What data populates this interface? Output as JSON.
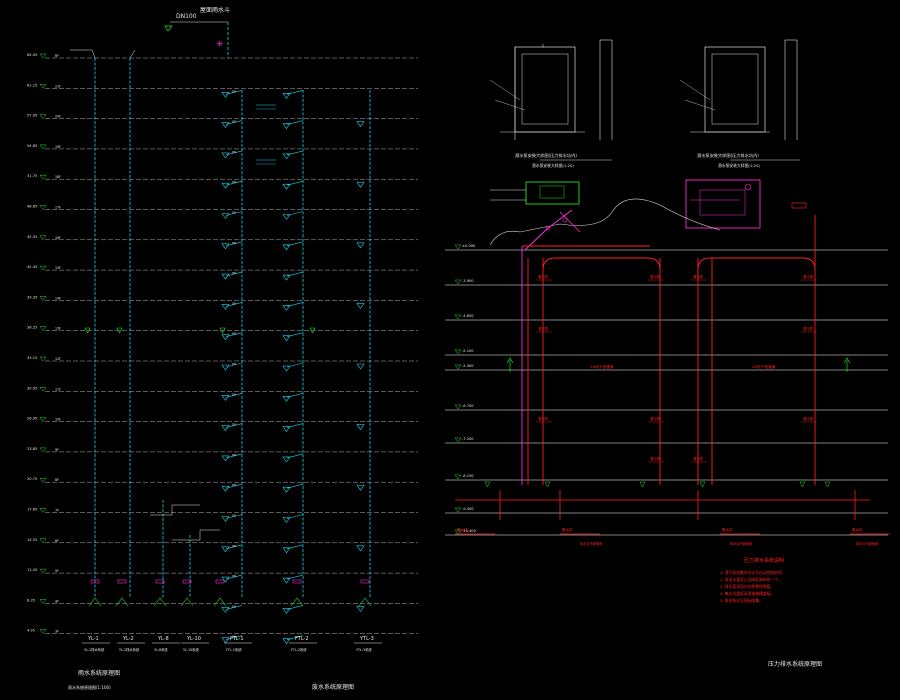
{
  "colors": {
    "background": "#000000",
    "floor_line": "#ffffff",
    "riser_cyan": "#19d3e6",
    "pipe_red": "#ff2020",
    "magenta": "#ff2bd6",
    "green": "#22dd22",
    "yellow": "#f0e020",
    "label_white": "#e8e8e8"
  },
  "left_diagram": {
    "elevations": [
      "64.05",
      "61.15",
      "57.95",
      "54.85",
      "51.75",
      "48.65",
      "45.55",
      "42.45",
      "39.35",
      "36.25",
      "33.15",
      "30.05",
      "26.95",
      "23.85",
      "20.75",
      "17.65",
      "14.55",
      "11.45",
      "8.35",
      "4.95"
    ],
    "floor_codes": [
      "RF",
      "21F",
      "20F",
      "19F",
      "18F",
      "17F",
      "16F",
      "15F",
      "14F",
      "13F",
      "12F",
      "11F",
      "10F",
      "9F",
      "8F",
      "7F",
      "6F",
      "5F",
      "4F",
      "3F"
    ],
    "risers": [
      {
        "code": "YL-1",
        "note": "YL-1排水系统"
      },
      {
        "code": "YL-2",
        "note": "YL-2排水系统"
      },
      {
        "code": "YL-8",
        "note": "YL-8系统"
      },
      {
        "code": "YL-10",
        "note": "YL-10系统"
      },
      {
        "code": "FTL-1",
        "note": "FTL-1系统"
      },
      {
        "code": "FTL-2",
        "note": "FTL-2系统"
      },
      {
        "code": "YTL-3",
        "note": "YTL-3系统"
      }
    ],
    "top_labels": [
      "屋面雨水斗",
      "DN100"
    ],
    "caption": "雨水系统原理图",
    "caption_note": "雨水系统原理图(1:100)",
    "caption_2": "废水系统原理图"
  },
  "right_diagram": {
    "detail_titles": [
      "潜水泵安装大样图(压力排水坑内)",
      "潜水泵安装大样图(压力排水坑内)"
    ],
    "detail_subtitles": [
      "潜水泵安装大样图(1:20)",
      "潜水泵安装大样图(1:20)"
    ],
    "elevations": [
      "±0.000",
      "-3.900",
      "-4.650",
      "-5.100",
      "-5.300",
      "-6.700",
      "-7.200",
      "-8.150",
      "-9.450",
      "-10.400"
    ],
    "corridor_labels": [
      "1#地下室通道",
      "2#地下室通道"
    ],
    "pump_labels": [
      "潜污泵",
      "潜污泵",
      "潜污泵",
      "潜污泵",
      "潜污泵",
      "潜污泵"
    ],
    "pit_labels": [
      "集水坑",
      "集水坑",
      "集水坑",
      "集水坑"
    ],
    "pit_notes": [
      "排水至市政管网",
      "排水至市政管网",
      "排水至市政管网"
    ],
    "notes_title": "压力排水系统说明",
    "notes": [
      "1. 潜污泵由集水坑水位自动控制启停。",
      "2. 泵出水管设止回阀及闸阀各一个。",
      "3. 排水管采用内外热镀锌钢管。",
      "4. 集水坑盖板采用钢格栅盖板。",
      "5. 泵安装详见国标图集。"
    ],
    "caption": "压力排水系统原理图"
  }
}
